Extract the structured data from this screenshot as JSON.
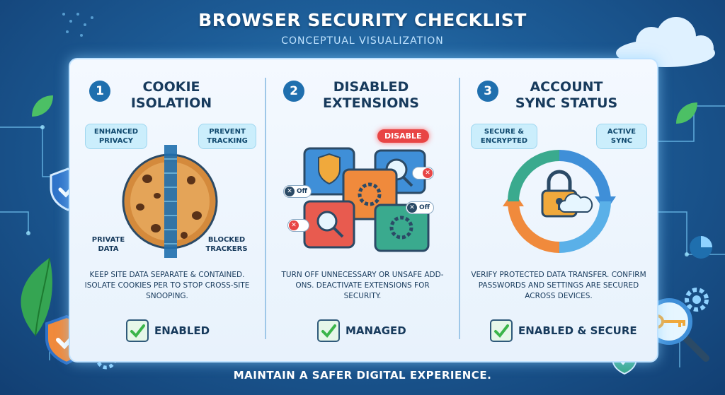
{
  "header": {
    "title": "Browser Security Checklist",
    "subtitle": "Conceptual Visualization"
  },
  "sections": [
    {
      "number": "1",
      "title_line1": "Cookie",
      "title_line2": "Isolation",
      "bubble_left": "Enhanced Privacy",
      "bubble_right": "Prevent Tracking",
      "label_left": "Private Data",
      "label_right": "Blocked Trackers",
      "description": "Keep site data separate & contained. Isolate cookies per to stop cross-site snooping.",
      "status": "Enabled"
    },
    {
      "number": "2",
      "title_line1": "Disabled",
      "title_line2": "Extensions",
      "disable_label": "Disable",
      "toggle_off_1": "Off",
      "toggle_off_2": "Off",
      "description": "Turn off unnecessary or unsafe add-ons. Deactivate extensions for security.",
      "status": "Managed"
    },
    {
      "number": "3",
      "title_line1": "Account",
      "title_line2": "Sync Status",
      "bubble_left": "Secure & Encrypted",
      "bubble_right": "Active Sync",
      "description": "Verify protected data transfer. Confirm passwords and settings are secured across devices.",
      "status": "Enabled & Secure"
    }
  ],
  "footer": "Maintain a safer digital experience.",
  "icons": [
    "shield-check-icon",
    "cookie-icon",
    "puzzle-piece-icon",
    "magnifier-icon",
    "gear-icon",
    "padlock-icon",
    "cloud-icon",
    "sync-arrows-icon",
    "key-icon",
    "leaf-icon",
    "pie-chart-icon",
    "checkmark-icon"
  ],
  "colors": {
    "background": "#1d5d98",
    "panel": "#f4f9ff",
    "accent_blue": "#1f6fae",
    "check_green": "#3bb54a",
    "disable_red": "#e84545",
    "puzzle_orange": "#f08a3c",
    "puzzle_blue": "#3f8fd8",
    "puzzle_green": "#3aaa8e",
    "puzzle_red": "#e85b4f"
  }
}
